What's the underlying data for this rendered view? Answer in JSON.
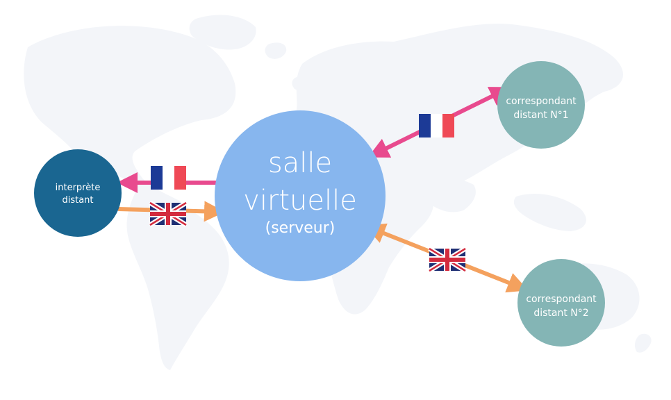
{
  "colors": {
    "map": "#f3f5f9",
    "central": "#87b6ee",
    "interpreter": "#1a6691",
    "correspondent": "#84b5b5",
    "arrow_french": "#e84a8e",
    "arrow_english": "#f4a15e",
    "flag_blue": "#1c3a96",
    "flag_red": "#ef4956",
    "uk_blue": "#1f2f74",
    "uk_red": "#d32b3e"
  },
  "central": {
    "line1": "salle",
    "line2": "virtuelle",
    "line3": "(serveur)"
  },
  "interpreter": {
    "line1": "interprète",
    "line2": "distant"
  },
  "correspondent1": {
    "line1": "correspondant",
    "line2": "distant N°1"
  },
  "correspondent2": {
    "line1": "correspondant",
    "line2": "distant N°2"
  },
  "flags": {
    "french": "french-flag-icon",
    "english": "uk-flag-icon"
  }
}
